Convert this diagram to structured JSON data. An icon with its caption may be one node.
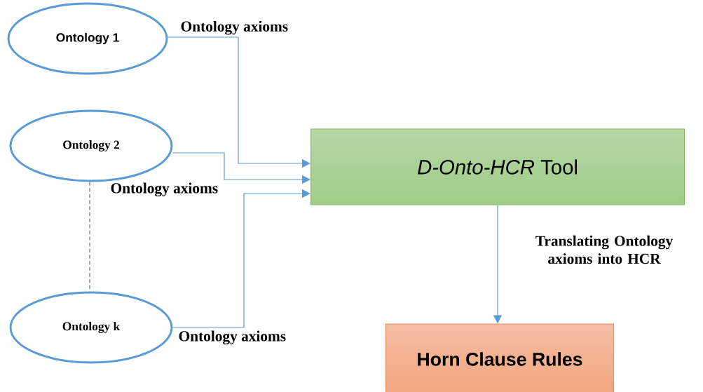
{
  "diagram": {
    "nodes": [
      {
        "text": [
          "Ontology 1"
        ]
      },
      {
        "text": [
          "Ontology 2"
        ]
      },
      {
        "text": [
          "Ontology k"
        ]
      },
      {
        "text": [
          "*D-Onto-HCR* Tool"
        ]
      },
      {
        "text": [
          "Horn Clause Rules"
        ]
      }
    ],
    "edges": [
      {
        "from": 0,
        "to": 3,
        "arrow": "to",
        "label": "Ontology axioms"
      },
      {
        "from": 1,
        "to": 3,
        "arrow": "to",
        "label": "Ontology axioms"
      },
      {
        "from": 2,
        "to": 3,
        "arrow": "to",
        "label": "Ontology axioms"
      },
      {
        "from": 3,
        "to": 4,
        "arrow": "to",
        "label": "Translating Ontology axioms into HCR"
      },
      {
        "from": 1,
        "to": 2,
        "arrow": "none",
        "style": "dashed",
        "color": "#404040"
      }
    ]
  }
}
